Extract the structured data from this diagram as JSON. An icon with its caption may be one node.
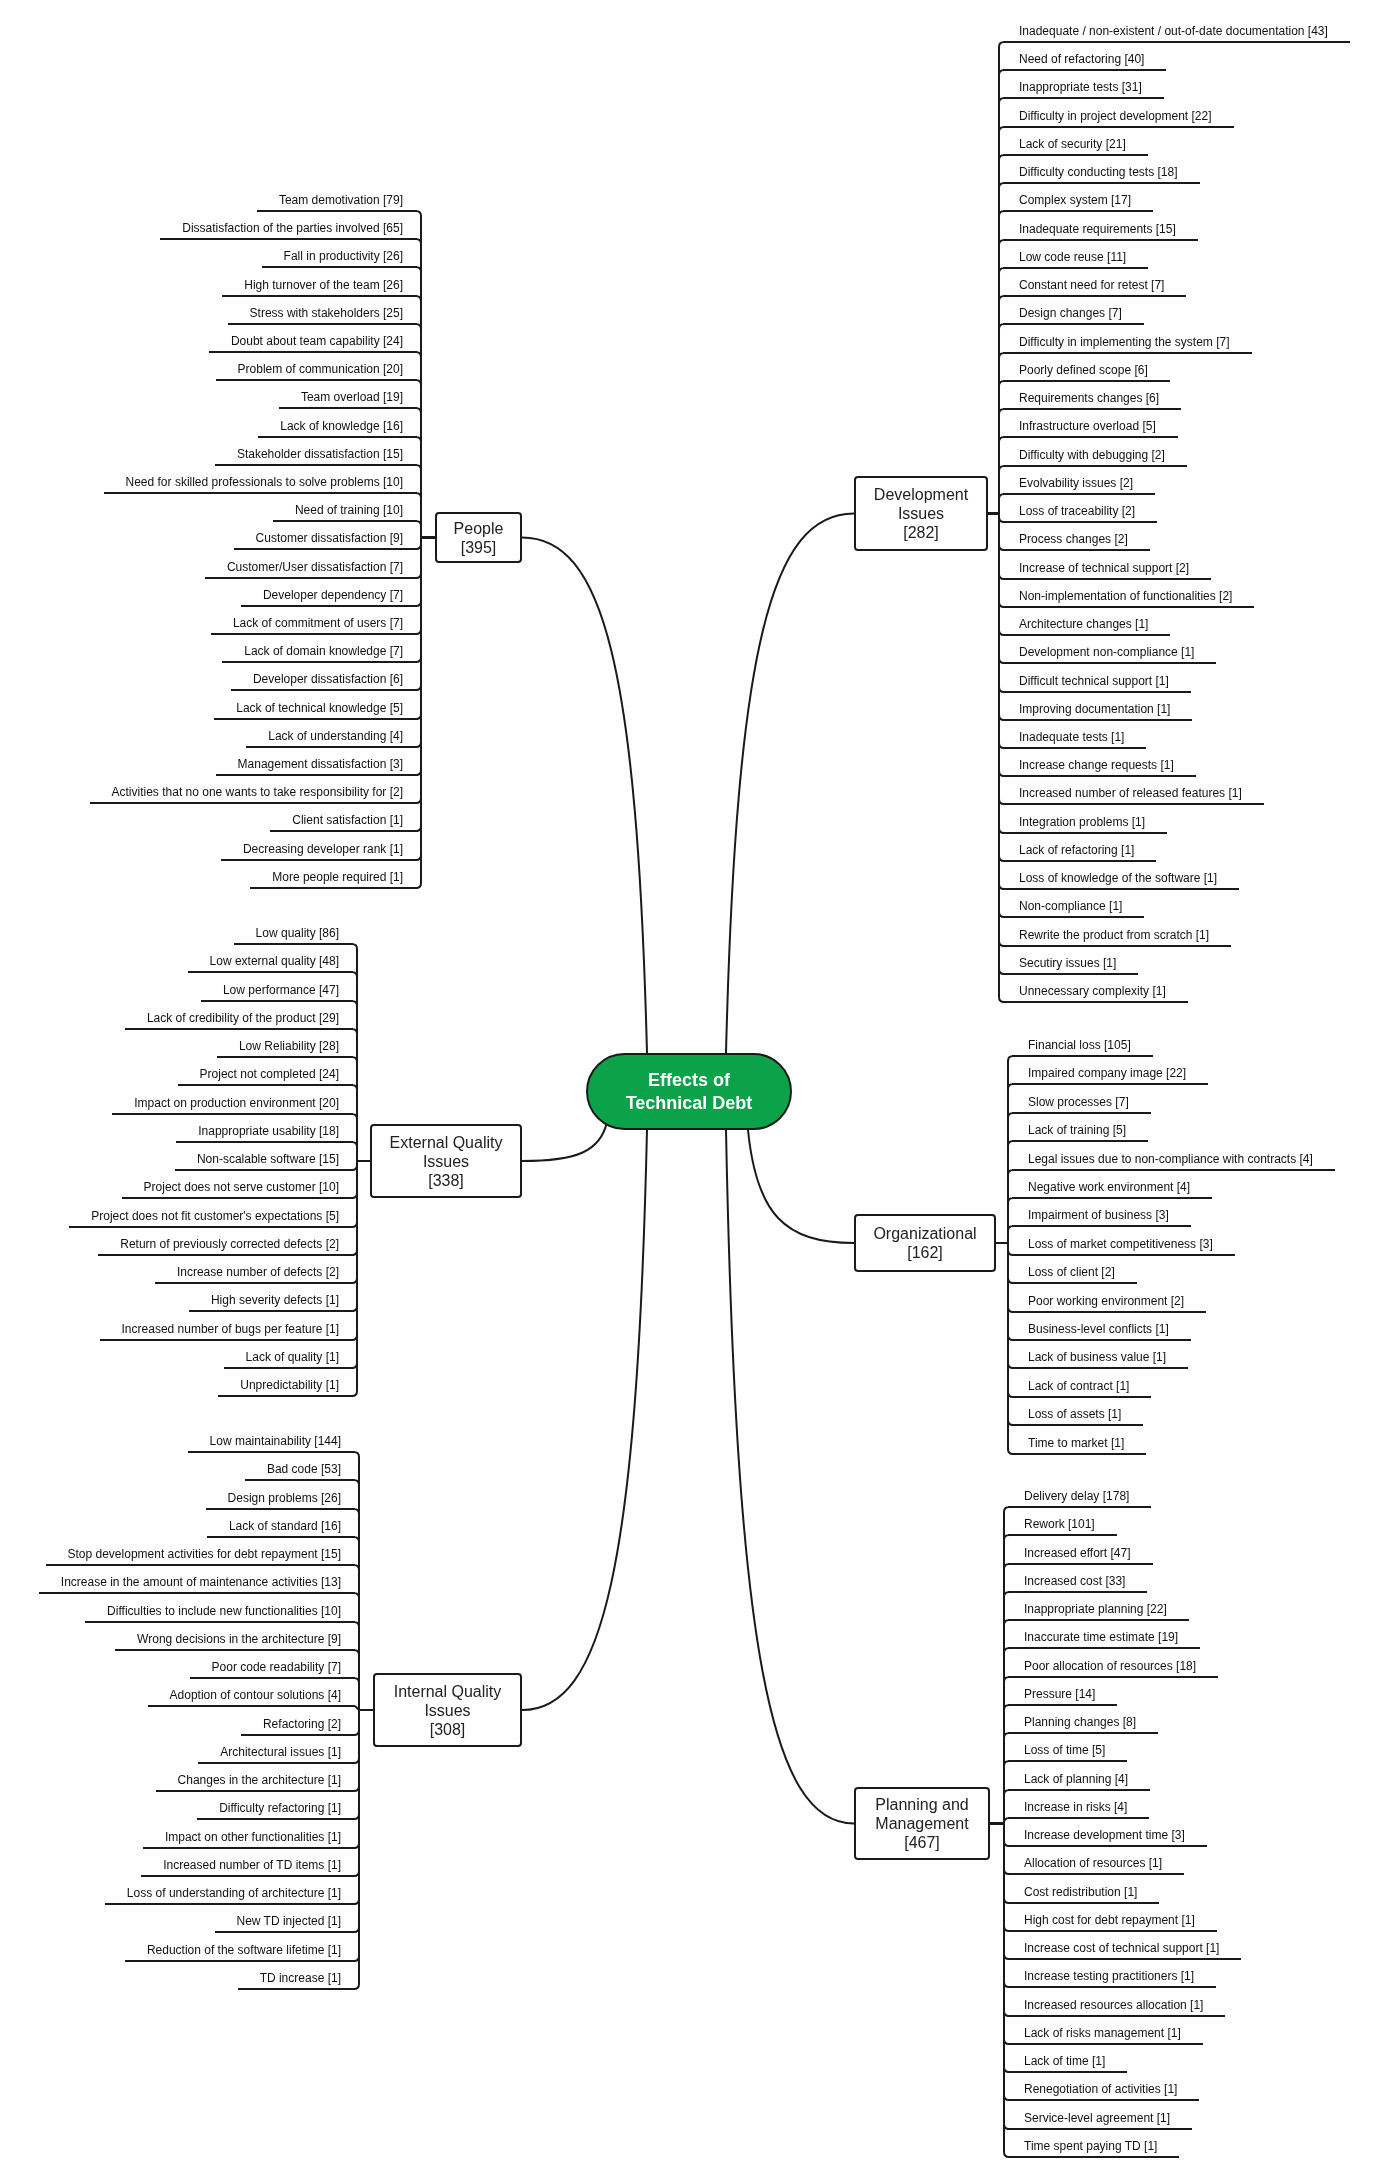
{
  "diagram": {
    "nodes": [
      {
        "text": [
          "Effects of Technical Debt"
        ]
      },
      {
        "text": [
          "Development Issues",
          "[282]"
        ]
      },
      {
        "text": [
          "Inadequate / non-existent / out-of-date documentation [43]"
        ]
      },
      {
        "text": [
          "Need of refactoring [40]"
        ]
      },
      {
        "text": [
          "Inappropriate tests [31]"
        ]
      },
      {
        "text": [
          "Difficulty in project development [22]"
        ]
      },
      {
        "text": [
          "Lack of security [21]"
        ]
      },
      {
        "text": [
          "Difficulty conducting tests [18]"
        ]
      },
      {
        "text": [
          "Complex system [17]"
        ]
      },
      {
        "text": [
          "Inadequate requirements [15]"
        ]
      },
      {
        "text": [
          "Low code reuse [11]"
        ]
      },
      {
        "text": [
          "Constant need for retest [7]"
        ]
      },
      {
        "text": [
          "Design changes [7]"
        ]
      },
      {
        "text": [
          "Difficulty in implementing the system [7]"
        ]
      },
      {
        "text": [
          "Poorly defined scope [6]"
        ]
      },
      {
        "text": [
          "Requirements changes [6]"
        ]
      },
      {
        "text": [
          "Infrastructure overload [5]"
        ]
      },
      {
        "text": [
          "Difficulty with debugging [2]"
        ]
      },
      {
        "text": [
          "Evolvability issues [2]"
        ]
      },
      {
        "text": [
          "Loss of traceability [2]"
        ]
      },
      {
        "text": [
          "Process changes [2]"
        ]
      },
      {
        "text": [
          "Increase of technical support [2]"
        ]
      },
      {
        "text": [
          "Non-implementation of functionalities [2]"
        ]
      },
      {
        "text": [
          "Architecture changes [1]"
        ]
      },
      {
        "text": [
          "Development non-compliance [1]"
        ]
      },
      {
        "text": [
          "Difficult technical support [1]"
        ]
      },
      {
        "text": [
          "Improving documentation [1]"
        ]
      },
      {
        "text": [
          "Inadequate tests [1]"
        ]
      },
      {
        "text": [
          "Increase change requests [1]"
        ]
      },
      {
        "text": [
          "Increased number of released features [1]"
        ]
      },
      {
        "text": [
          "Integration problems [1]"
        ]
      },
      {
        "text": [
          "Lack of refactoring [1]"
        ]
      },
      {
        "text": [
          "Loss of knowledge of the software [1]"
        ]
      },
      {
        "text": [
          "Non-compliance [1]"
        ]
      },
      {
        "text": [
          "Rewrite the product from scratch [1]"
        ]
      },
      {
        "text": [
          "Secutiry issues [1]"
        ]
      },
      {
        "text": [
          "Unnecessary complexity [1]"
        ]
      },
      {
        "text": [
          "People",
          "[395]"
        ]
      },
      {
        "text": [
          "Team demotivation [79]"
        ]
      },
      {
        "text": [
          "Dissatisfaction of the parties involved [65]"
        ]
      },
      {
        "text": [
          "Fall in productivity [26]"
        ]
      },
      {
        "text": [
          "High turnover of the team [26]"
        ]
      },
      {
        "text": [
          "Stress with stakeholders [25]"
        ]
      },
      {
        "text": [
          "Doubt about team capability [24]"
        ]
      },
      {
        "text": [
          "Problem of communication [20]"
        ]
      },
      {
        "text": [
          "Team overload [19]"
        ]
      },
      {
        "text": [
          "Lack of knowledge [16]"
        ]
      },
      {
        "text": [
          "Stakeholder dissatisfaction [15]"
        ]
      },
      {
        "text": [
          "Need for skilled professionals to solve problems [10]"
        ]
      },
      {
        "text": [
          "Need of training [10]"
        ]
      },
      {
        "text": [
          "Customer dissatisfaction [9]"
        ]
      },
      {
        "text": [
          "Customer/User dissatisfaction [7]"
        ]
      },
      {
        "text": [
          "Developer dependency [7]"
        ]
      },
      {
        "text": [
          "Lack of commitment of users [7]"
        ]
      },
      {
        "text": [
          "Lack of domain knowledge [7]"
        ]
      },
      {
        "text": [
          "Developer dissatisfaction [6]"
        ]
      },
      {
        "text": [
          "Lack of technical knowledge [5]"
        ]
      },
      {
        "text": [
          "Lack of understanding [4]"
        ]
      },
      {
        "text": [
          "Management dissatisfaction [3]"
        ]
      },
      {
        "text": [
          "Activities that no one wants to take responsibility for [2]"
        ]
      },
      {
        "text": [
          "Client satisfaction [1]"
        ]
      },
      {
        "text": [
          "Decreasing developer rank [1]"
        ]
      },
      {
        "text": [
          "More people required [1]"
        ]
      },
      {
        "text": [
          "Organizational",
          "[162]"
        ]
      },
      {
        "text": [
          "Financial loss [105]"
        ]
      },
      {
        "text": [
          "Impaired company image [22]"
        ]
      },
      {
        "text": [
          "Slow processes [7]"
        ]
      },
      {
        "text": [
          "Lack of training [5]"
        ]
      },
      {
        "text": [
          "Legal issues due to non-compliance with contracts [4]"
        ]
      },
      {
        "text": [
          "Negative work environment [4]"
        ]
      },
      {
        "text": [
          "Impairment of business [3]"
        ]
      },
      {
        "text": [
          "Loss of market competitiveness [3]"
        ]
      },
      {
        "text": [
          "Loss of client [2]"
        ]
      },
      {
        "text": [
          "Poor working environment [2]"
        ]
      },
      {
        "text": [
          "Business-level conflicts [1]"
        ]
      },
      {
        "text": [
          "Lack of business value [1]"
        ]
      },
      {
        "text": [
          "Lack of contract [1]"
        ]
      },
      {
        "text": [
          "Loss of assets [1]"
        ]
      },
      {
        "text": [
          "Time to market [1]"
        ]
      },
      {
        "text": [
          "External Quality Issues",
          "[338]"
        ]
      },
      {
        "text": [
          "Low quality [86]"
        ]
      },
      {
        "text": [
          "Low external quality [48]"
        ]
      },
      {
        "text": [
          "Low performance [47]"
        ]
      },
      {
        "text": [
          "Lack of credibility of the product [29]"
        ]
      },
      {
        "text": [
          "Low Reliability [28]"
        ]
      },
      {
        "text": [
          "Project not completed [24]"
        ]
      },
      {
        "text": [
          "Impact on production environment [20]"
        ]
      },
      {
        "text": [
          "Inappropriate usability [18]"
        ]
      },
      {
        "text": [
          "Non-scalable software [15]"
        ]
      },
      {
        "text": [
          "Project does not serve customer [10]"
        ]
      },
      {
        "text": [
          "Project does not fit customer's expectations [5]"
        ]
      },
      {
        "text": [
          "Return of previously corrected defects [2]"
        ]
      },
      {
        "text": [
          "Increase number of defects [2]"
        ]
      },
      {
        "text": [
          "High severity defects [1]"
        ]
      },
      {
        "text": [
          "Increased number of bugs per feature [1]"
        ]
      },
      {
        "text": [
          "Lack of quality [1]"
        ]
      },
      {
        "text": [
          "Unpredictability [1]"
        ]
      },
      {
        "text": [
          "Internal Quality Issues",
          "[308]"
        ]
      },
      {
        "text": [
          "Low maintainability [144]"
        ]
      },
      {
        "text": [
          "Bad code [53]"
        ]
      },
      {
        "text": [
          "Design problems [26]"
        ]
      },
      {
        "text": [
          "Lack of standard [16]"
        ]
      },
      {
        "text": [
          "Stop development activities for debt repayment [15]"
        ]
      },
      {
        "text": [
          "Increase in the amount of maintenance activities [13]"
        ]
      },
      {
        "text": [
          "Difficulties to include new functionalities [10]"
        ]
      },
      {
        "text": [
          "Wrong decisions in the architecture [9]"
        ]
      },
      {
        "text": [
          "Poor code readability [7]"
        ]
      },
      {
        "text": [
          "Adoption of contour solutions [4]"
        ]
      },
      {
        "text": [
          "Refactoring [2]"
        ]
      },
      {
        "text": [
          "Architectural issues [1]"
        ]
      },
      {
        "text": [
          "Changes in the architecture [1]"
        ]
      },
      {
        "text": [
          "Difficulty refactoring [1]"
        ]
      },
      {
        "text": [
          "Impact on other functionalities [1]"
        ]
      },
      {
        "text": [
          "Increased number of TD items [1]"
        ]
      },
      {
        "text": [
          "Loss of understanding of architecture [1]"
        ]
      },
      {
        "text": [
          "New TD injected [1]"
        ]
      },
      {
        "text": [
          "Reduction of the software lifetime [1]"
        ]
      },
      {
        "text": [
          "TD increase [1]"
        ]
      },
      {
        "text": [
          "Planning and Management",
          "[467]"
        ]
      },
      {
        "text": [
          "Delivery delay [178]"
        ]
      },
      {
        "text": [
          "Rework [101]"
        ]
      },
      {
        "text": [
          "Increased effort [47]"
        ]
      },
      {
        "text": [
          "Increased cost [33]"
        ]
      },
      {
        "text": [
          "Inappropriate planning [22]"
        ]
      },
      {
        "text": [
          "Inaccurate time estimate [19]"
        ]
      },
      {
        "text": [
          "Poor allocation of resources [18]"
        ]
      },
      {
        "text": [
          "Pressure [14]"
        ]
      },
      {
        "text": [
          "Planning changes [8]"
        ]
      },
      {
        "text": [
          "Loss of time [5]"
        ]
      },
      {
        "text": [
          "Lack of planning [4]"
        ]
      },
      {
        "text": [
          "Increase in risks [4]"
        ]
      },
      {
        "text": [
          "Increase development time [3]"
        ]
      },
      {
        "text": [
          "Allocation of resources [1]"
        ]
      },
      {
        "text": [
          "Cost redistribution [1]"
        ]
      },
      {
        "text": [
          "High cost for debt repayment [1]"
        ]
      },
      {
        "text": [
          "Increase cost of technical support [1]"
        ]
      },
      {
        "text": [
          "Increase testing practitioners [1]"
        ]
      },
      {
        "text": [
          "Increased resources allocation [1]"
        ]
      },
      {
        "text": [
          "Lack of risks management [1]"
        ]
      },
      {
        "text": [
          "Lack of time [1]"
        ]
      },
      {
        "text": [
          "Renegotiation of activities [1]"
        ]
      },
      {
        "text": [
          "Service-level agreement [1]"
        ]
      },
      {
        "text": [
          "Time spent paying TD [1]"
        ]
      }
    ],
    "edges": [
      {
        "from": 0,
        "to": 1,
        "arrow": "none"
      },
      {
        "from": 0,
        "to": 37,
        "arrow": "none"
      },
      {
        "from": 0,
        "to": 63,
        "arrow": "none"
      },
      {
        "from": 0,
        "to": 79,
        "arrow": "none"
      },
      {
        "from": 0,
        "to": 97,
        "arrow": "none"
      },
      {
        "from": 0,
        "to": 118,
        "arrow": "none"
      },
      {
        "from": 1,
        "to": 2,
        "arrow": "none"
      },
      {
        "from": 1,
        "to": 3,
        "arrow": "none"
      },
      {
        "from": 1,
        "to": 4,
        "arrow": "none"
      },
      {
        "from": 1,
        "to": 5,
        "arrow": "none"
      },
      {
        "from": 1,
        "to": 6,
        "arrow": "none"
      },
      {
        "from": 1,
        "to": 7,
        "arrow": "none"
      },
      {
        "from": 1,
        "to": 8,
        "arrow": "none"
      },
      {
        "from": 1,
        "to": 9,
        "arrow": "none"
      },
      {
        "from": 1,
        "to": 10,
        "arrow": "none"
      },
      {
        "from": 1,
        "to": 11,
        "arrow": "none"
      },
      {
        "from": 1,
        "to": 12,
        "arrow": "none"
      },
      {
        "from": 1,
        "to": 13,
        "arrow": "none"
      },
      {
        "from": 1,
        "to": 14,
        "arrow": "none"
      },
      {
        "from": 1,
        "to": 15,
        "arrow": "none"
      },
      {
        "from": 1,
        "to": 16,
        "arrow": "none"
      },
      {
        "from": 1,
        "to": 17,
        "arrow": "none"
      },
      {
        "from": 1,
        "to": 18,
        "arrow": "none"
      },
      {
        "from": 1,
        "to": 19,
        "arrow": "none"
      },
      {
        "from": 1,
        "to": 20,
        "arrow": "none"
      },
      {
        "from": 1,
        "to": 21,
        "arrow": "none"
      },
      {
        "from": 1,
        "to": 22,
        "arrow": "none"
      },
      {
        "from": 1,
        "to": 23,
        "arrow": "none"
      },
      {
        "from": 1,
        "to": 24,
        "arrow": "none"
      },
      {
        "from": 1,
        "to": 25,
        "arrow": "none"
      },
      {
        "from": 1,
        "to": 26,
        "arrow": "none"
      },
      {
        "from": 1,
        "to": 27,
        "arrow": "none"
      },
      {
        "from": 1,
        "to": 28,
        "arrow": "none"
      },
      {
        "from": 1,
        "to": 29,
        "arrow": "none"
      },
      {
        "from": 1,
        "to": 30,
        "arrow": "none"
      },
      {
        "from": 1,
        "to": 31,
        "arrow": "none"
      },
      {
        "from": 1,
        "to": 32,
        "arrow": "none"
      },
      {
        "from": 1,
        "to": 33,
        "arrow": "none"
      },
      {
        "from": 1,
        "to": 34,
        "arrow": "none"
      },
      {
        "from": 1,
        "to": 35,
        "arrow": "none"
      },
      {
        "from": 1,
        "to": 36,
        "arrow": "none"
      },
      {
        "from": 37,
        "to": 38,
        "arrow": "none"
      },
      {
        "from": 37,
        "to": 39,
        "arrow": "none"
      },
      {
        "from": 37,
        "to": 40,
        "arrow": "none"
      },
      {
        "from": 37,
        "to": 41,
        "arrow": "none"
      },
      {
        "from": 37,
        "to": 42,
        "arrow": "none"
      },
      {
        "from": 37,
        "to": 43,
        "arrow": "none"
      },
      {
        "from": 37,
        "to": 44,
        "arrow": "none"
      },
      {
        "from": 37,
        "to": 45,
        "arrow": "none"
      },
      {
        "from": 37,
        "to": 46,
        "arrow": "none"
      },
      {
        "from": 37,
        "to": 47,
        "arrow": "none"
      },
      {
        "from": 37,
        "to": 48,
        "arrow": "none"
      },
      {
        "from": 37,
        "to": 49,
        "arrow": "none"
      },
      {
        "from": 37,
        "to": 50,
        "arrow": "none"
      },
      {
        "from": 37,
        "to": 51,
        "arrow": "none"
      },
      {
        "from": 37,
        "to": 52,
        "arrow": "none"
      },
      {
        "from": 37,
        "to": 53,
        "arrow": "none"
      },
      {
        "from": 37,
        "to": 54,
        "arrow": "none"
      },
      {
        "from": 37,
        "to": 55,
        "arrow": "none"
      },
      {
        "from": 37,
        "to": 56,
        "arrow": "none"
      },
      {
        "from": 37,
        "to": 57,
        "arrow": "none"
      },
      {
        "from": 37,
        "to": 58,
        "arrow": "none"
      },
      {
        "from": 37,
        "to": 59,
        "arrow": "none"
      },
      {
        "from": 37,
        "to": 60,
        "arrow": "none"
      },
      {
        "from": 37,
        "to": 61,
        "arrow": "none"
      },
      {
        "from": 37,
        "to": 62,
        "arrow": "none"
      },
      {
        "from": 63,
        "to": 64,
        "arrow": "none"
      },
      {
        "from": 63,
        "to": 65,
        "arrow": "none"
      },
      {
        "from": 63,
        "to": 66,
        "arrow": "none"
      },
      {
        "from": 63,
        "to": 67,
        "arrow": "none"
      },
      {
        "from": 63,
        "to": 68,
        "arrow": "none"
      },
      {
        "from": 63,
        "to": 69,
        "arrow": "none"
      },
      {
        "from": 63,
        "to": 70,
        "arrow": "none"
      },
      {
        "from": 63,
        "to": 71,
        "arrow": "none"
      },
      {
        "from": 63,
        "to": 72,
        "arrow": "none"
      },
      {
        "from": 63,
        "to": 73,
        "arrow": "none"
      },
      {
        "from": 63,
        "to": 74,
        "arrow": "none"
      },
      {
        "from": 63,
        "to": 75,
        "arrow": "none"
      },
      {
        "from": 63,
        "to": 76,
        "arrow": "none"
      },
      {
        "from": 63,
        "to": 77,
        "arrow": "none"
      },
      {
        "from": 63,
        "to": 78,
        "arrow": "none"
      },
      {
        "from": 79,
        "to": 80,
        "arrow": "none"
      },
      {
        "from": 79,
        "to": 81,
        "arrow": "none"
      },
      {
        "from": 79,
        "to": 82,
        "arrow": "none"
      },
      {
        "from": 79,
        "to": 83,
        "arrow": "none"
      },
      {
        "from": 79,
        "to": 84,
        "arrow": "none"
      },
      {
        "from": 79,
        "to": 85,
        "arrow": "none"
      },
      {
        "from": 79,
        "to": 86,
        "arrow": "none"
      },
      {
        "from": 79,
        "to": 87,
        "arrow": "none"
      },
      {
        "from": 79,
        "to": 88,
        "arrow": "none"
      },
      {
        "from": 79,
        "to": 89,
        "arrow": "none"
      },
      {
        "from": 79,
        "to": 90,
        "arrow": "none"
      },
      {
        "from": 79,
        "to": 91,
        "arrow": "none"
      },
      {
        "from": 79,
        "to": 92,
        "arrow": "none"
      },
      {
        "from": 79,
        "to": 93,
        "arrow": "none"
      },
      {
        "from": 79,
        "to": 94,
        "arrow": "none"
      },
      {
        "from": 79,
        "to": 95,
        "arrow": "none"
      },
      {
        "from": 79,
        "to": 96,
        "arrow": "none"
      },
      {
        "from": 97,
        "to": 98,
        "arrow": "none"
      },
      {
        "from": 97,
        "to": 99,
        "arrow": "none"
      },
      {
        "from": 97,
        "to": 100,
        "arrow": "none"
      },
      {
        "from": 97,
        "to": 101,
        "arrow": "none"
      },
      {
        "from": 97,
        "to": 102,
        "arrow": "none"
      },
      {
        "from": 97,
        "to": 103,
        "arrow": "none"
      },
      {
        "from": 97,
        "to": 104,
        "arrow": "none"
      },
      {
        "from": 97,
        "to": 105,
        "arrow": "none"
      },
      {
        "from": 97,
        "to": 106,
        "arrow": "none"
      },
      {
        "from": 97,
        "to": 107,
        "arrow": "none"
      },
      {
        "from": 97,
        "to": 108,
        "arrow": "none"
      },
      {
        "from": 97,
        "to": 109,
        "arrow": "none"
      },
      {
        "from": 97,
        "to": 110,
        "arrow": "none"
      },
      {
        "from": 97,
        "to": 111,
        "arrow": "none"
      },
      {
        "from": 97,
        "to": 112,
        "arrow": "none"
      },
      {
        "from": 97,
        "to": 113,
        "arrow": "none"
      },
      {
        "from": 97,
        "to": 114,
        "arrow": "none"
      },
      {
        "from": 97,
        "to": 115,
        "arrow": "none"
      },
      {
        "from": 97,
        "to": 116,
        "arrow": "none"
      },
      {
        "from": 97,
        "to": 117,
        "arrow": "none"
      },
      {
        "from": 118,
        "to": 119,
        "arrow": "none"
      },
      {
        "from": 118,
        "to": 120,
        "arrow": "none"
      },
      {
        "from": 118,
        "to": 121,
        "arrow": "none"
      },
      {
        "from": 118,
        "to": 122,
        "arrow": "none"
      },
      {
        "from": 118,
        "to": 123,
        "arrow": "none"
      },
      {
        "from": 118,
        "to": 124,
        "arrow": "none"
      },
      {
        "from": 118,
        "to": 125,
        "arrow": "none"
      },
      {
        "from": 118,
        "to": 126,
        "arrow": "none"
      },
      {
        "from": 118,
        "to": 127,
        "arrow": "none"
      },
      {
        "from": 118,
        "to": 128,
        "arrow": "none"
      },
      {
        "from": 118,
        "to": 129,
        "arrow": "none"
      },
      {
        "from": 118,
        "to": 130,
        "arrow": "none"
      },
      {
        "from": 118,
        "to": 131,
        "arrow": "none"
      },
      {
        "from": 118,
        "to": 132,
        "arrow": "none"
      },
      {
        "from": 118,
        "to": 133,
        "arrow": "none"
      },
      {
        "from": 118,
        "to": 134,
        "arrow": "none"
      },
      {
        "from": 118,
        "to": 135,
        "arrow": "none"
      },
      {
        "from": 118,
        "to": 136,
        "arrow": "none"
      },
      {
        "from": 118,
        "to": 137,
        "arrow": "none"
      },
      {
        "from": 118,
        "to": 138,
        "arrow": "none"
      },
      {
        "from": 118,
        "to": 139,
        "arrow": "none"
      },
      {
        "from": 118,
        "to": 140,
        "arrow": "none"
      },
      {
        "from": 118,
        "to": 141,
        "arrow": "none"
      },
      {
        "from": 118,
        "to": 142,
        "arrow": "none"
      }
    ]
  }
}
